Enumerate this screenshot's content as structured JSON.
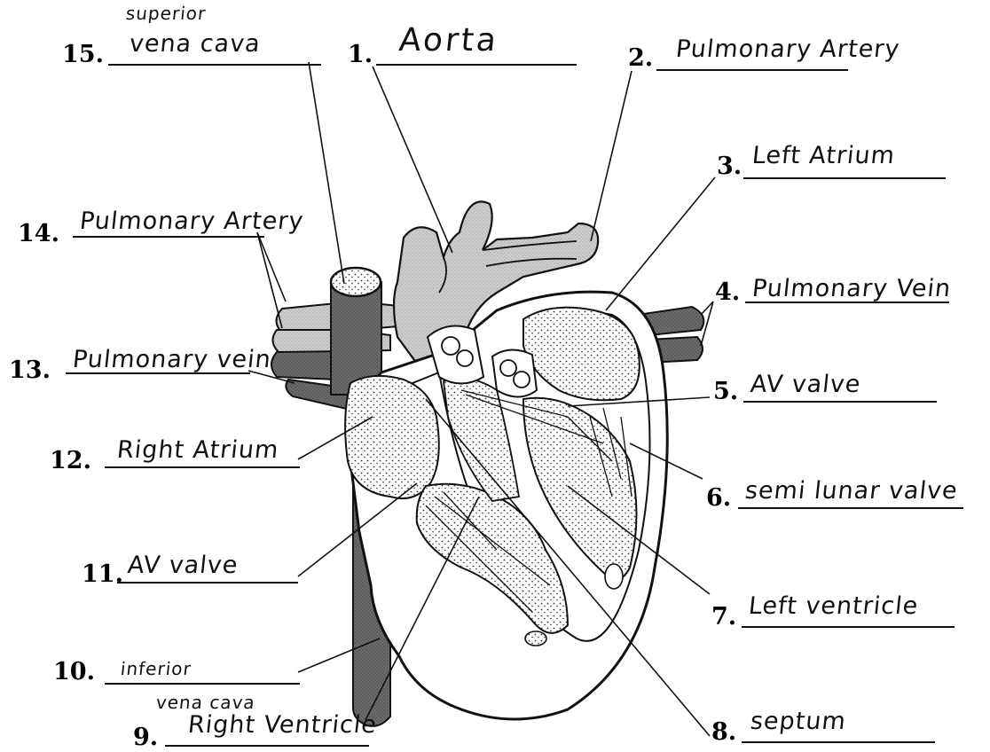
{
  "labels": [
    {
      "num": "1.",
      "answer": "Aorta"
    },
    {
      "num": "2.",
      "answer": "Pulmonary Artery"
    },
    {
      "num": "3.",
      "answer": "Left Atrium"
    },
    {
      "num": "4.",
      "answer": "Pulmonary Vein"
    },
    {
      "num": "5.",
      "answer": "AV valve"
    },
    {
      "num": "6.",
      "answer": "semi lunar valve"
    },
    {
      "num": "7.",
      "answer": "Left ventricle"
    },
    {
      "num": "8.",
      "answer": "septum"
    },
    {
      "num": "9.",
      "answer": "Right Ventricle"
    },
    {
      "num": "10.",
      "answer": "inferior",
      "answer2": "vena cava"
    },
    {
      "num": "11.",
      "answer": "AV valve"
    },
    {
      "num": "12.",
      "answer": "Right Atrium"
    },
    {
      "num": "13.",
      "answer": "Pulmonary vein"
    },
    {
      "num": "14.",
      "answer": "Pulmonary Artery"
    },
    {
      "num": "15.",
      "answer": "vena cava",
      "answer_above": "superior"
    }
  ]
}
